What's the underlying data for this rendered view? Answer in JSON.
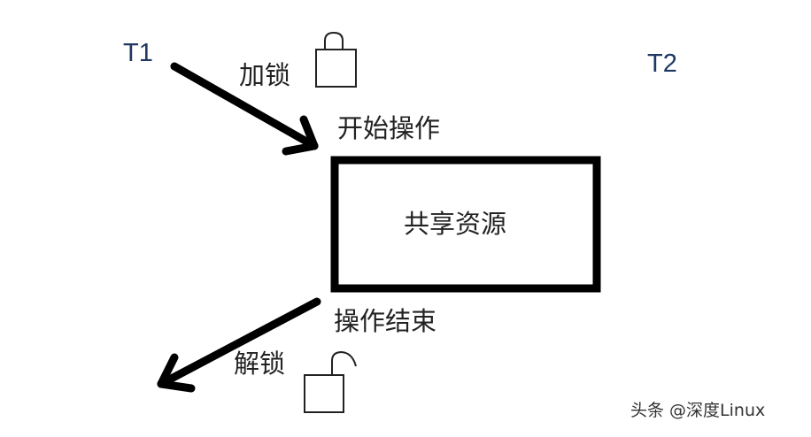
{
  "threads": {
    "t1": "T1",
    "t2": "T2"
  },
  "steps": {
    "lock": "加锁",
    "start": "开始操作",
    "end": "操作结束",
    "unlock": "解锁"
  },
  "resource": {
    "label": "共享资源"
  },
  "icons": {
    "locked": "padlock-closed",
    "unlocked": "padlock-open"
  },
  "watermark": "头条 @深度Linux"
}
